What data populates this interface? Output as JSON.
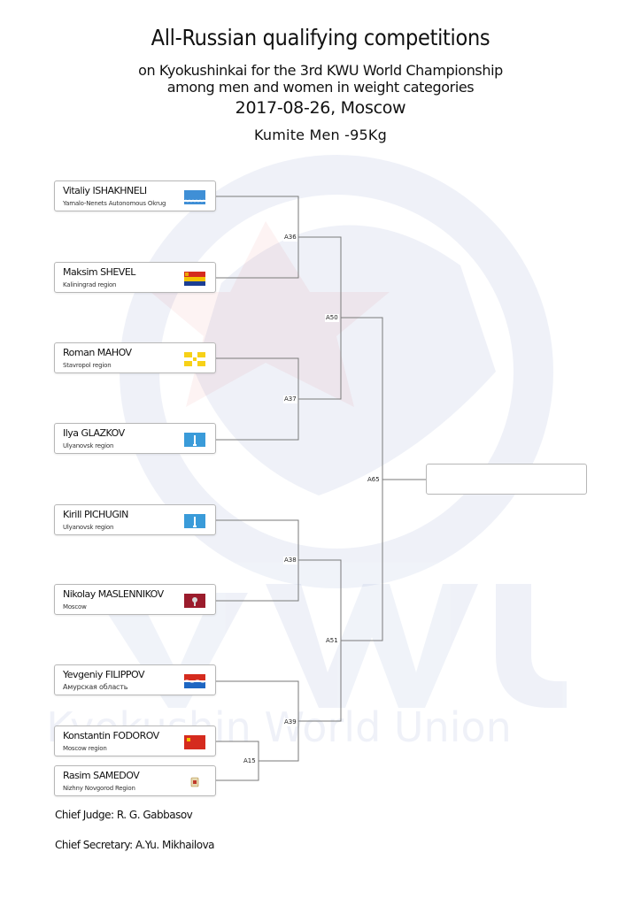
{
  "header": {
    "title": "All-Russian qualifying competitions",
    "subtitle_line1": "on Kyokushinkai for the 3rd KWU World Championship",
    "subtitle_line2": "among men and women in weight categories",
    "date_place": "2017-08-26, Moscow",
    "category": "Kumite Men -95Kg"
  },
  "watermark": {
    "text": "Kyokushin World Union",
    "letters": "KWU"
  },
  "competitors": [
    {
      "name": "Vitaliy ISHAKHNELI",
      "region": "Yamalo-Nenets Autonomous Okrug",
      "flag": "yamalo-nenets-flag-icon"
    },
    {
      "name": "Maksim SHEVEL",
      "region": "Kaliningrad region",
      "flag": "kaliningrad-flag-icon"
    },
    {
      "name": "Roman MAHOV",
      "region": "Stavropol region",
      "flag": "stavropol-flag-icon"
    },
    {
      "name": "Ilya GLAZKOV",
      "region": "Ulyanovsk region",
      "flag": "ulyanovsk-flag-icon"
    },
    {
      "name": "Kirill PICHUGIN",
      "region": "Ulyanovsk region",
      "flag": "ulyanovsk-flag-icon"
    },
    {
      "name": "Nikolay MASLENNIKOV",
      "region": "Moscow",
      "flag": "moscow-flag-icon"
    },
    {
      "name": "Yevgeniy FILIPPOV",
      "region": "Амурская область",
      "flag": "amur-flag-icon"
    },
    {
      "name": "Konstantin FODOROV",
      "region": "Moscow region",
      "flag": "moscow-region-flag-icon"
    },
    {
      "name": "Rasim SAMEDOV",
      "region": "Nizhny Novgorod Region",
      "flag": "nizhny-novgorod-flag-icon"
    }
  ],
  "matches": {
    "a15": "A15",
    "a36": "A36",
    "a37": "A37",
    "a38": "A38",
    "a39": "A39",
    "a50": "A50",
    "a51": "A51",
    "a65": "A65"
  },
  "winner": {
    "name": "",
    "region": ""
  },
  "footer": {
    "chief_judge": "Chief Judge: R. G. Gabbasov",
    "chief_secretary": "Chief Secretary: A.Yu. Mikhailova"
  },
  "colors": {
    "line": "#7a7a7a",
    "box_border": "#b7b7b7",
    "watermark_blue": "#2a4fa8",
    "watermark_red": "#d9342b"
  }
}
